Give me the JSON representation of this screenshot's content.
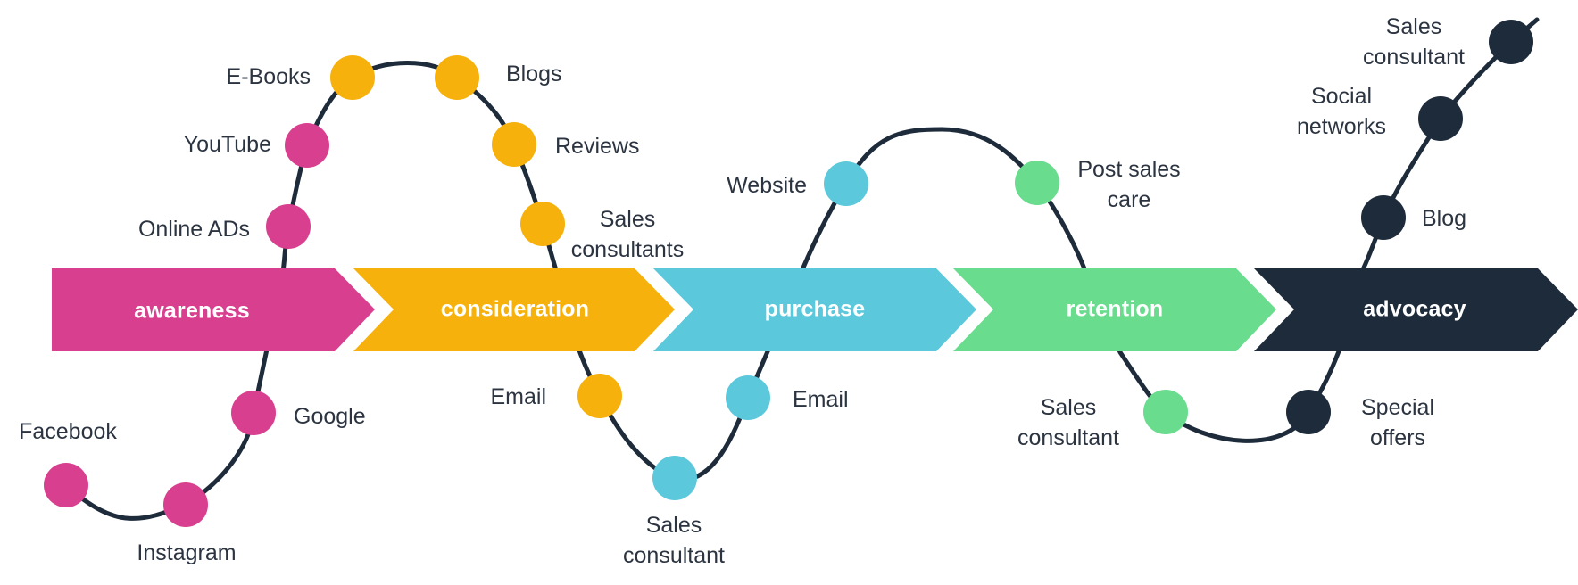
{
  "colors": {
    "awareness": "#d8408f",
    "consideration": "#f6b10d",
    "purchase": "#5bc8db",
    "retention": "#69dc8e",
    "advocacy": "#1e2b3b",
    "path": "#1e2b3b",
    "text": "#2b3440"
  },
  "stages": [
    {
      "label": "awareness",
      "color": "#d8408f"
    },
    {
      "label": "consideration",
      "color": "#f6b10d"
    },
    {
      "label": "purchase",
      "color": "#5bc8db"
    },
    {
      "label": "retention",
      "color": "#69dc8e"
    },
    {
      "label": "advocacy",
      "color": "#1e2b3b"
    }
  ],
  "touchpoints": [
    {
      "stage": "awareness",
      "label": [
        "Facebook"
      ]
    },
    {
      "stage": "awareness",
      "label": [
        "Instagram"
      ]
    },
    {
      "stage": "awareness",
      "label": [
        "Google"
      ]
    },
    {
      "stage": "awareness",
      "label": [
        "Online ADs"
      ]
    },
    {
      "stage": "awareness",
      "label": [
        "YouTube"
      ]
    },
    {
      "stage": "consideration",
      "label": [
        "E-Books"
      ]
    },
    {
      "stage": "consideration",
      "label": [
        "Blogs"
      ]
    },
    {
      "stage": "consideration",
      "label": [
        "Reviews"
      ]
    },
    {
      "stage": "consideration",
      "label": [
        "Sales",
        "consultants"
      ]
    },
    {
      "stage": "consideration",
      "label": [
        "Email"
      ]
    },
    {
      "stage": "purchase",
      "label": [
        "Sales",
        "consultant"
      ]
    },
    {
      "stage": "purchase",
      "label": [
        "Email"
      ]
    },
    {
      "stage": "purchase",
      "label": [
        "Website"
      ]
    },
    {
      "stage": "retention",
      "label": [
        "Post sales",
        "care"
      ]
    },
    {
      "stage": "retention",
      "label": [
        "Sales",
        "consultant"
      ]
    },
    {
      "stage": "advocacy",
      "label": [
        "Special",
        "offers"
      ]
    },
    {
      "stage": "advocacy",
      "label": [
        "Blog"
      ]
    },
    {
      "stage": "advocacy",
      "label": [
        "Social",
        "networks"
      ]
    },
    {
      "stage": "advocacy",
      "label": [
        "Sales",
        "consultant"
      ]
    }
  ]
}
